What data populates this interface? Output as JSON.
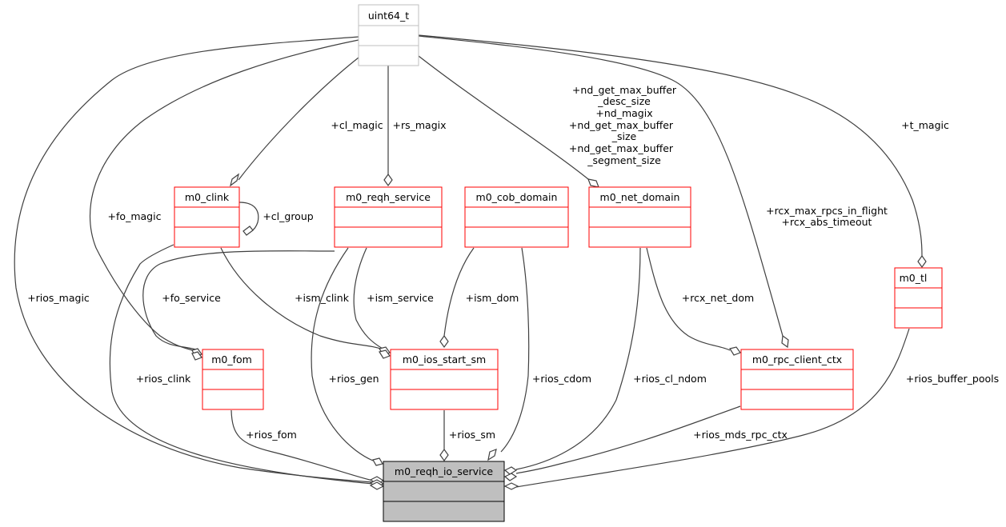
{
  "diagram": {
    "type": "collaboration-diagram",
    "focus_class": "m0_reqh_io_service",
    "colors": {
      "focus_fill": "#bfbfbf",
      "focus_border": "#000000",
      "class_border": "#ff0000",
      "external_border": "#bfbfbf",
      "edge": "#404040"
    },
    "classes": {
      "uint64_t": {
        "name": "uint64_t"
      },
      "m0_clink": {
        "name": "m0_clink"
      },
      "m0_reqh_service": {
        "name": "m0_reqh_service"
      },
      "m0_cob_domain": {
        "name": "m0_cob_domain"
      },
      "m0_net_domain": {
        "name": "m0_net_domain"
      },
      "m0_tl": {
        "name": "m0_tl"
      },
      "m0_fom": {
        "name": "m0_fom"
      },
      "m0_ios_start_sm": {
        "name": "m0_ios_start_sm"
      },
      "m0_rpc_client_ctx": {
        "name": "m0_rpc_client_ctx"
      },
      "m0_reqh_io_service": {
        "name": "m0_reqh_io_service"
      }
    },
    "labels": {
      "rios_magic": "+rios_magic",
      "fo_magic": "+fo_magic",
      "cl_magic": "+cl_magic",
      "rs_magix": "+rs_magix",
      "nd_fields": [
        "+nd_get_max_buffer",
        "_desc_size",
        "+nd_magix",
        "+nd_get_max_buffer",
        "_size",
        "+nd_get_max_buffer",
        "_segment_size"
      ],
      "rcx_fields": [
        "+rcx_max_rpcs_in_flight",
        "+rcx_abs_timeout"
      ],
      "t_magic": "+t_magic",
      "cl_group": "+cl_group",
      "fo_service": "+fo_service",
      "ism_clink": "+ism_clink",
      "ism_service": "+ism_service",
      "ism_dom": "+ism_dom",
      "rcx_net_dom": "+rcx_net_dom",
      "rios_clink": "+rios_clink",
      "rios_gen": "+rios_gen",
      "rios_cdom": "+rios_cdom",
      "rios_cl_ndom": "+rios_cl_ndom",
      "rios_buffer_pools": "+rios_buffer_pools",
      "rios_fom": "+rios_fom",
      "rios_sm": "+rios_sm",
      "rios_mds_rpc_ctx": "+rios_mds_rpc_ctx"
    },
    "relations": [
      {
        "from": "uint64_t",
        "to": "m0_reqh_io_service",
        "label": "+rios_magic"
      },
      {
        "from": "uint64_t",
        "to": "m0_fom",
        "label": "+fo_magic"
      },
      {
        "from": "uint64_t",
        "to": "m0_clink",
        "label": "+cl_magic"
      },
      {
        "from": "uint64_t",
        "to": "m0_reqh_service",
        "label": "+rs_magix"
      },
      {
        "from": "uint64_t",
        "to": "m0_net_domain",
        "label": "+nd_get_max_buffer_desc_size +nd_magix +nd_get_max_buffer_size +nd_get_max_buffer_segment_size"
      },
      {
        "from": "uint64_t",
        "to": "m0_rpc_client_ctx",
        "label": "+rcx_max_rpcs_in_flight +rcx_abs_timeout"
      },
      {
        "from": "uint64_t",
        "to": "m0_tl",
        "label": "+t_magic"
      },
      {
        "from": "m0_clink",
        "to": "m0_clink",
        "label": "+cl_group"
      },
      {
        "from": "m0_clink",
        "to": "m0_ios_start_sm",
        "label": "+ism_clink"
      },
      {
        "from": "m0_clink",
        "to": "m0_reqh_io_service",
        "label": "+rios_clink"
      },
      {
        "from": "m0_reqh_service",
        "to": "m0_fom",
        "label": "+fo_service"
      },
      {
        "from": "m0_reqh_service",
        "to": "m0_ios_start_sm",
        "label": "+ism_service"
      },
      {
        "from": "m0_reqh_service",
        "to": "m0_reqh_io_service",
        "label": "+rios_gen"
      },
      {
        "from": "m0_cob_domain",
        "to": "m0_ios_start_sm",
        "label": "+ism_dom"
      },
      {
        "from": "m0_cob_domain",
        "to": "m0_reqh_io_service",
        "label": "+rios_cdom"
      },
      {
        "from": "m0_net_domain",
        "to": "m0_rpc_client_ctx",
        "label": "+rcx_net_dom"
      },
      {
        "from": "m0_net_domain",
        "to": "m0_reqh_io_service",
        "label": "+rios_cl_ndom"
      },
      {
        "from": "m0_fom",
        "to": "m0_reqh_io_service",
        "label": "+rios_fom"
      },
      {
        "from": "m0_ios_start_sm",
        "to": "m0_reqh_io_service",
        "label": "+rios_sm"
      },
      {
        "from": "m0_rpc_client_ctx",
        "to": "m0_reqh_io_service",
        "label": "+rios_mds_rpc_ctx"
      },
      {
        "from": "m0_tl",
        "to": "m0_reqh_io_service",
        "label": "+rios_buffer_pools"
      }
    ]
  }
}
